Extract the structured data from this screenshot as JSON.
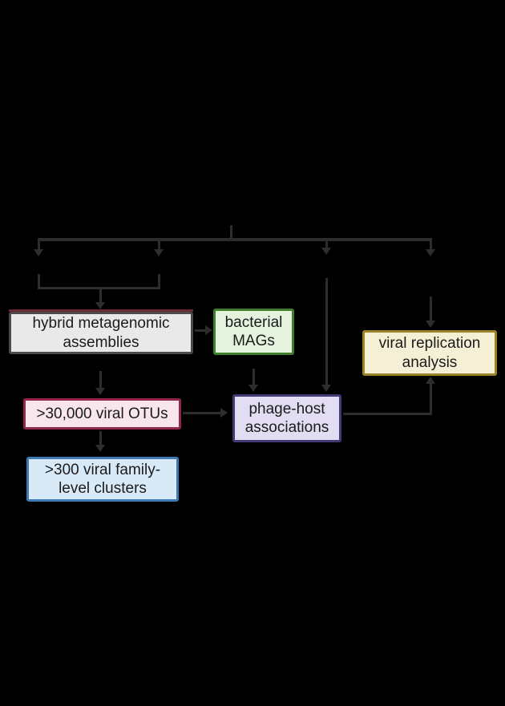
{
  "diagram": {
    "background": "#000000",
    "line_color": "#2d2d2d",
    "text_color": "#1b1b1b",
    "nodes": {
      "hybrid_assemblies": {
        "label": "hybrid metagenomic\nassemblies",
        "fill": "#e9e9e9",
        "border": "#4a4a4a",
        "accent_top": "#6b2a33"
      },
      "bacterial_mags": {
        "label": "bacterial\nMAGs",
        "fill": "#e4f2de",
        "border": "#3f7e2d"
      },
      "viral_otus": {
        "label": ">30,000 viral OTUs",
        "fill": "#f9e6ec",
        "border": "#92274d"
      },
      "family_clusters": {
        "label": ">300 viral family-\nlevel clusters",
        "fill": "#d8e9f8",
        "border": "#3d79b3"
      },
      "phage_host": {
        "label": "phage-host\nassociations",
        "fill": "#e2ddf2",
        "border": "#413a75"
      },
      "viral_replication": {
        "label": "viral replication\nanalysis",
        "fill": "#f4efd5",
        "border": "#9b8427"
      }
    },
    "connectors": [
      {
        "from": "root",
        "to": "four-way-split"
      },
      {
        "from": "split-left-pair-merge",
        "to": "hybrid_assemblies"
      },
      {
        "from": "hybrid_assemblies",
        "to": "bacterial_mags"
      },
      {
        "from": "hybrid_assemblies",
        "to": "viral_otus"
      },
      {
        "from": "viral_otus",
        "to": "family_clusters"
      },
      {
        "from": "viral_otus",
        "to": "phage_host"
      },
      {
        "from": "bacterial_mags",
        "to": "phage_host"
      },
      {
        "from": "split-branch-3",
        "to": "phage_host"
      },
      {
        "from": "split-branch-4",
        "to": "viral_replication"
      },
      {
        "from": "phage_host",
        "to": "viral_replication"
      }
    ]
  }
}
